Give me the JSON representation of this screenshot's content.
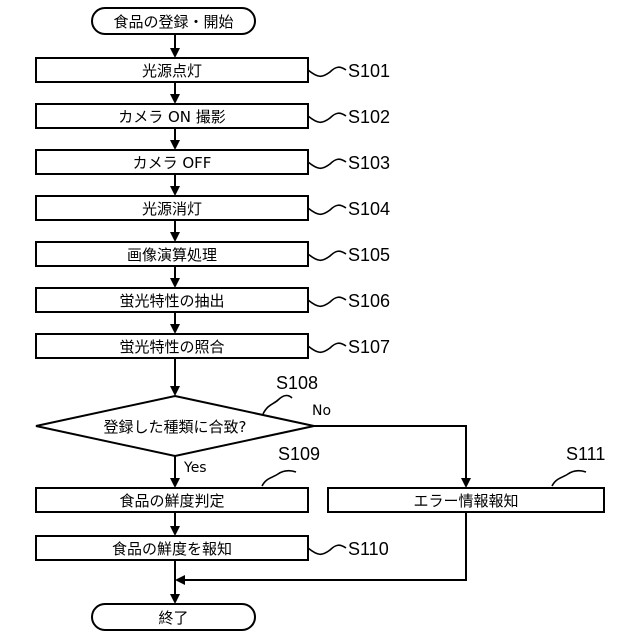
{
  "flowchart": {
    "start_label": "食品の登録・開始",
    "end_label": "終了",
    "steps": [
      {
        "label": "光源点灯",
        "id": "S101"
      },
      {
        "label": "カメラ ON 撮影",
        "id": "S102"
      },
      {
        "label": "カメラ OFF",
        "id": "S103"
      },
      {
        "label": "光源消灯",
        "id": "S104"
      },
      {
        "label": "画像演算処理",
        "id": "S105"
      },
      {
        "label": "蛍光特性の抽出",
        "id": "S106"
      },
      {
        "label": "蛍光特性の照合",
        "id": "S107"
      }
    ],
    "decision": {
      "label": "登録した種類に合致?",
      "id": "S108",
      "yes_label": "Yes",
      "no_label": "No"
    },
    "judge": {
      "label": "食品の鮮度判定",
      "id": "S109"
    },
    "notify": {
      "label": "食品の鮮度を報知",
      "id": "S110"
    },
    "error": {
      "label": "エラー情報報知",
      "id": "S111"
    }
  }
}
